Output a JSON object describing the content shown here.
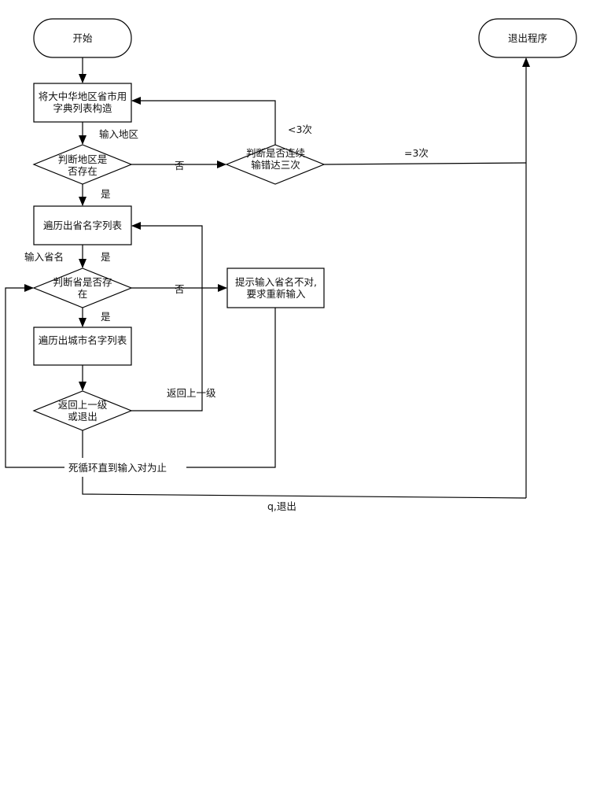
{
  "nodes": {
    "start": "开始",
    "exit_program": "退出程序",
    "build_dict": "将大中华地区省市用字典列表构造",
    "judge_region": "判断地区是否存在",
    "judge_errors": "判断是否连续输错达三次",
    "list_provinces": "遍历出省名字列表",
    "judge_province": "判断省是否存在",
    "prompt_reenter": "提示输入省名不对,要求重新输入",
    "list_cities": "遍历出城市名字列表",
    "back_or_exit": "返回上一级或退出",
    "dead_loop": "死循环直到输入对为止"
  },
  "edge_labels": {
    "input_region": "输入地区",
    "no_1": "否",
    "less_than_3": "<3次",
    "equals_3": "=3次",
    "yes_1": "是",
    "input_province": "输入省名",
    "yes_2": "是",
    "no_2": "否",
    "yes_3": "是",
    "go_back": "返回上一级",
    "q_exit": "q,退出"
  }
}
